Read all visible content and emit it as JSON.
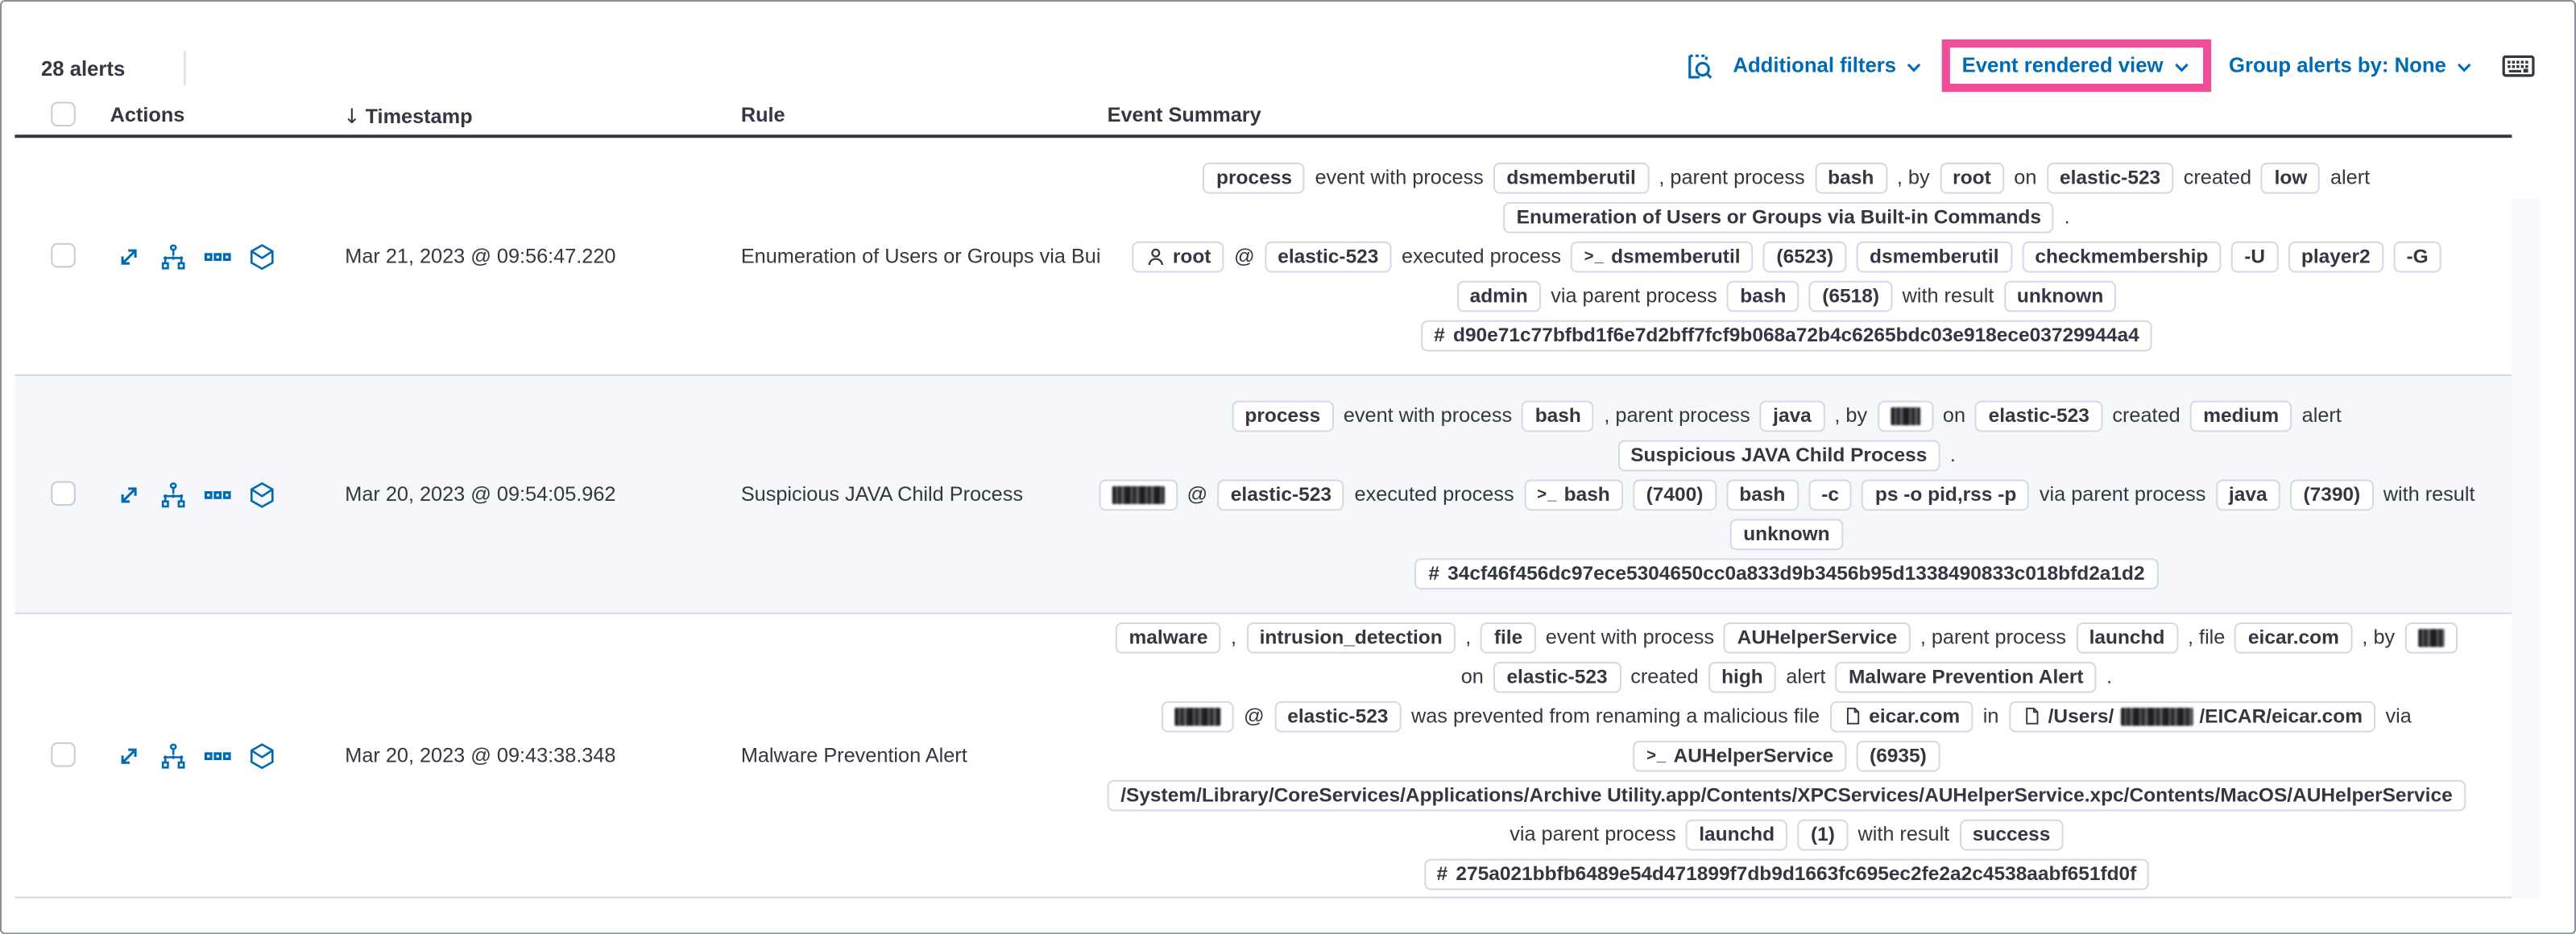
{
  "annotation": {
    "highlight_box_color": "#f04e98",
    "highlighted_control": "Event rendered view"
  },
  "accent_color": "#006bb4",
  "toolbar": {
    "alerts_count": "28 alerts",
    "additional_filters_label": "Additional filters",
    "view_selector_label": "Event rendered view",
    "group_by_label": "Group alerts by: None"
  },
  "icons": {
    "toolbar": [
      "inspect-icon",
      "chevron-down-icon",
      "keyboard-shortcuts-icon"
    ],
    "header": [
      "sort-down-icon"
    ],
    "row_actions": [
      "expand-alert-icon",
      "analyze-event-icon",
      "more-actions-icon",
      "session-view-icon"
    ],
    "badge_prefixes": [
      "user-icon",
      "terminal-icon",
      "hash-icon",
      "file-icon"
    ]
  },
  "table": {
    "headers": {
      "actions": "Actions",
      "timestamp": "Timestamp",
      "rule": "Rule",
      "event_summary": "Event Summary"
    },
    "rows": [
      {
        "timestamp": "Mar 21, 2023 @ 09:56:47.220",
        "rule": "Enumeration of Users or Groups via Bui",
        "summary": [
          [
            {
              "k": "badge",
              "v": "process"
            },
            {
              "k": "text",
              "v": "event with process"
            },
            {
              "k": "badge",
              "v": "dsmemberutil"
            },
            {
              "k": "text",
              "v": ", parent process"
            },
            {
              "k": "badge",
              "v": "bash"
            },
            {
              "k": "text",
              "v": ", by"
            },
            {
              "k": "badge",
              "v": "root"
            },
            {
              "k": "text",
              "v": "on"
            },
            {
              "k": "badge",
              "v": "elastic-523"
            },
            {
              "k": "text",
              "v": "created"
            },
            {
              "k": "badge",
              "v": "low"
            },
            {
              "k": "text",
              "v": "alert"
            }
          ],
          [
            {
              "k": "badge",
              "v": "Enumeration of Users or Groups via Built-in Commands"
            },
            {
              "k": "text",
              "v": "."
            }
          ],
          [
            {
              "k": "badge",
              "v": "root",
              "icon": "user-icon"
            },
            {
              "k": "text",
              "v": "@"
            },
            {
              "k": "badge",
              "v": "elastic-523"
            },
            {
              "k": "text",
              "v": "executed process"
            },
            {
              "k": "badge",
              "v": "dsmemberutil",
              "icon": "terminal-icon"
            },
            {
              "k": "badge",
              "v": "(6523)"
            },
            {
              "k": "badge",
              "v": "dsmemberutil"
            },
            {
              "k": "badge",
              "v": "checkmembership"
            },
            {
              "k": "badge",
              "v": "-U"
            },
            {
              "k": "badge",
              "v": "player2"
            },
            {
              "k": "badge",
              "v": "-G"
            }
          ],
          [
            {
              "k": "badge",
              "v": "admin"
            },
            {
              "k": "text",
              "v": "via parent process"
            },
            {
              "k": "badge",
              "v": "bash"
            },
            {
              "k": "badge",
              "v": "(6518)"
            },
            {
              "k": "text",
              "v": "with result"
            },
            {
              "k": "badge",
              "v": "unknown"
            }
          ],
          [
            {
              "k": "badge",
              "v": "d90e71c77bfbd1f6e7d2bff7fcf9b068a72b4c6265bdc03e918ece03729944a4",
              "icon": "hash-icon"
            }
          ]
        ]
      },
      {
        "timestamp": "Mar 20, 2023 @ 09:54:05.962",
        "rule": "Suspicious JAVA Child Process",
        "summary": [
          [
            {
              "k": "badge",
              "v": "process"
            },
            {
              "k": "text",
              "v": "event with process"
            },
            {
              "k": "badge",
              "v": "bash"
            },
            {
              "k": "text",
              "v": ", parent process"
            },
            {
              "k": "badge",
              "v": "java"
            },
            {
              "k": "text",
              "v": ", by"
            },
            {
              "k": "badge",
              "redact": 18
            },
            {
              "k": "text",
              "v": "on"
            },
            {
              "k": "badge",
              "v": "elastic-523"
            },
            {
              "k": "text",
              "v": "created"
            },
            {
              "k": "badge",
              "v": "medium"
            },
            {
              "k": "text",
              "v": "alert"
            }
          ],
          [
            {
              "k": "badge",
              "v": "Suspicious JAVA Child Process"
            },
            {
              "k": "text",
              "v": "."
            }
          ],
          [
            {
              "k": "badge",
              "redact": 32
            },
            {
              "k": "text",
              "v": "@"
            },
            {
              "k": "badge",
              "v": "elastic-523"
            },
            {
              "k": "text",
              "v": "executed process"
            },
            {
              "k": "badge",
              "v": "bash",
              "icon": "terminal-icon"
            },
            {
              "k": "badge",
              "v": "(7400)"
            },
            {
              "k": "badge",
              "v": "bash"
            },
            {
              "k": "badge",
              "v": "-c"
            },
            {
              "k": "badge",
              "v": "ps -o pid,rss -p"
            },
            {
              "k": "text",
              "v": "via parent process"
            },
            {
              "k": "badge",
              "v": "java"
            },
            {
              "k": "badge",
              "v": "(7390)"
            },
            {
              "k": "text",
              "v": "with result"
            }
          ],
          [
            {
              "k": "badge",
              "v": "unknown"
            }
          ],
          [
            {
              "k": "badge",
              "v": "34cf46f456dc97ece5304650cc0a833d9b3456b95d1338490833c018bfd2a1d2",
              "icon": "hash-icon"
            }
          ]
        ]
      },
      {
        "timestamp": "Mar 20, 2023 @ 09:43:38.348",
        "rule": "Malware Prevention Alert",
        "summary": [
          [
            {
              "k": "badge",
              "v": "malware"
            },
            {
              "k": "text",
              "v": ","
            },
            {
              "k": "badge",
              "v": "intrusion_detection"
            },
            {
              "k": "text",
              "v": ","
            },
            {
              "k": "badge",
              "v": "file"
            },
            {
              "k": "text",
              "v": "event with process"
            },
            {
              "k": "badge",
              "v": "AUHelperService"
            },
            {
              "k": "text",
              "v": ", parent process"
            },
            {
              "k": "badge",
              "v": "launchd"
            },
            {
              "k": "text",
              "v": ", file"
            },
            {
              "k": "badge",
              "v": "eicar.com"
            },
            {
              "k": "text",
              "v": ", by"
            },
            {
              "k": "badge",
              "redact": 16
            }
          ],
          [
            {
              "k": "text",
              "v": "on"
            },
            {
              "k": "badge",
              "v": "elastic-523"
            },
            {
              "k": "text",
              "v": "created"
            },
            {
              "k": "badge",
              "v": "high"
            },
            {
              "k": "text",
              "v": "alert"
            },
            {
              "k": "badge",
              "v": "Malware Prevention Alert"
            },
            {
              "k": "text",
              "v": "."
            }
          ],
          [
            {
              "k": "badge",
              "redact": 28
            },
            {
              "k": "text",
              "v": "@"
            },
            {
              "k": "badge",
              "v": "elastic-523"
            },
            {
              "k": "text",
              "v": "was prevented from renaming a malicious file"
            },
            {
              "k": "badge",
              "v": "eicar.com",
              "icon": "file-icon"
            },
            {
              "k": "text",
              "v": "in"
            },
            {
              "k": "badge",
              "icon": "file-icon",
              "pre": "/Users/",
              "redact": 44,
              "post": "/EICAR/eicar.com"
            },
            {
              "k": "text",
              "v": "via"
            }
          ],
          [
            {
              "k": "badge",
              "v": "AUHelperService",
              "icon": "terminal-icon"
            },
            {
              "k": "badge",
              "v": "(6935)"
            }
          ],
          [
            {
              "k": "badge",
              "v": "/System/Library/CoreServices/Applications/Archive Utility.app/Contents/XPCServices/AUHelperService.xpc/Contents/MacOS/AUHelperService"
            }
          ],
          [
            {
              "k": "text",
              "v": "via parent process"
            },
            {
              "k": "badge",
              "v": "launchd"
            },
            {
              "k": "badge",
              "v": "(1)"
            },
            {
              "k": "text",
              "v": "with result"
            },
            {
              "k": "badge",
              "v": "success"
            }
          ],
          [
            {
              "k": "badge",
              "v": "275a021bbfb6489e54d471899f7db9d1663fc695ec2fe2a2c4538aabf651fd0f",
              "icon": "hash-icon"
            }
          ]
        ]
      }
    ]
  }
}
